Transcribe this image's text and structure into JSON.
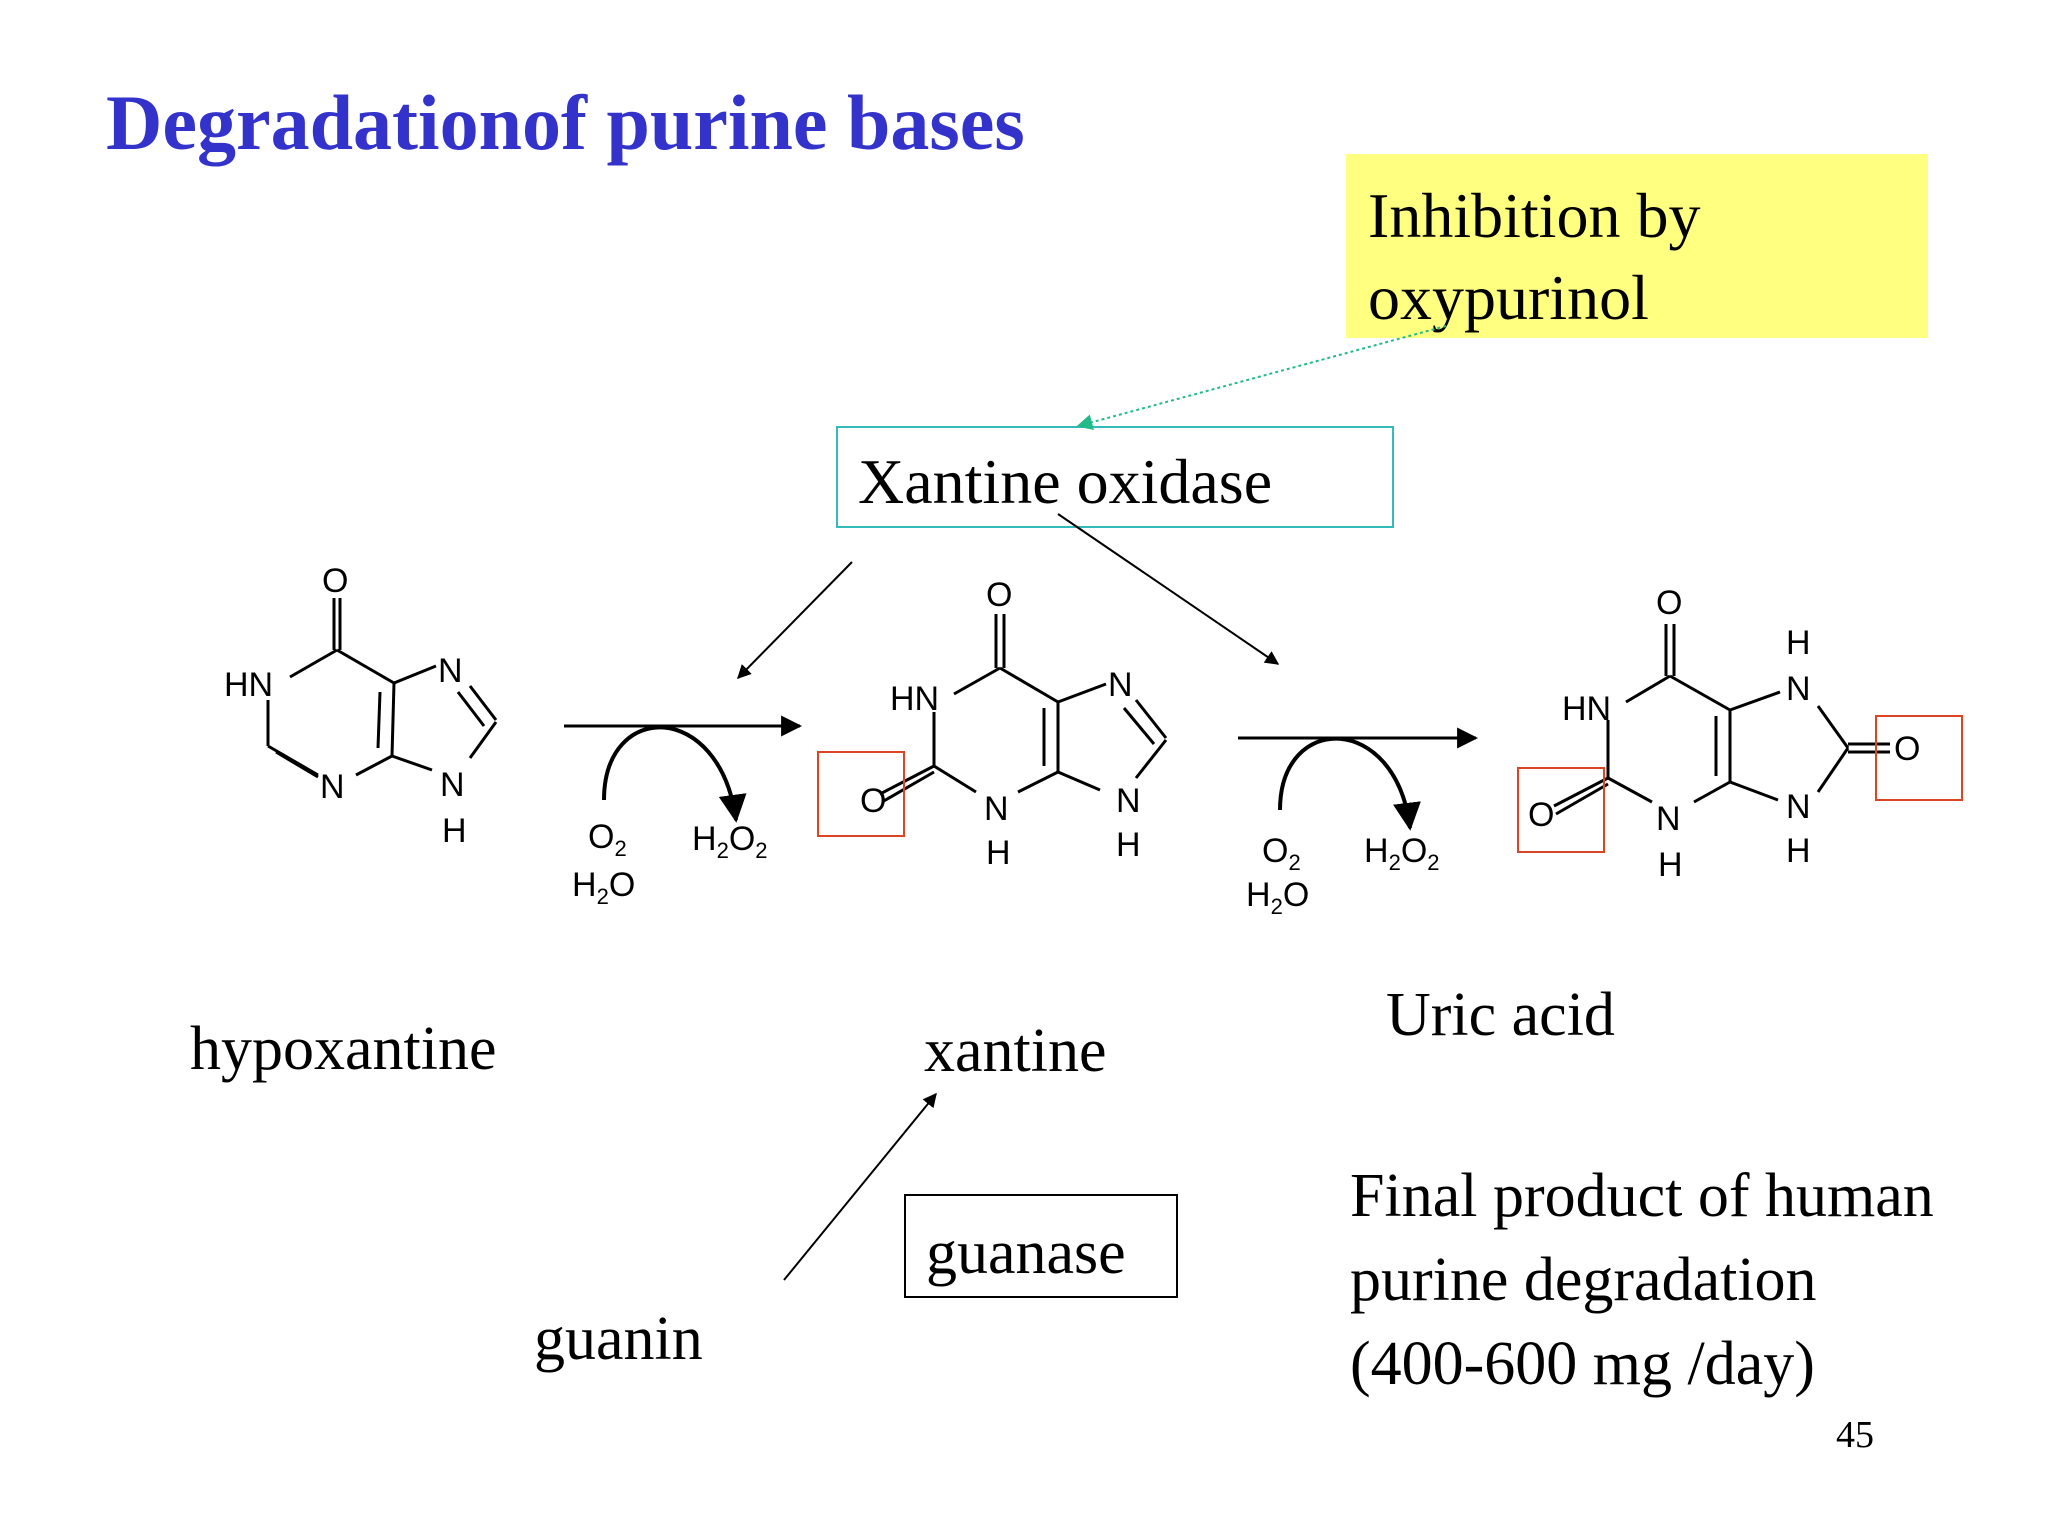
{
  "slide": {
    "title": "Degradationof purine bases",
    "page_number": "45"
  },
  "inhibition_note": {
    "line1": "Inhibition by",
    "line2": "oxypurinol"
  },
  "enzymes": {
    "xanthine_oxidase": "Xantine oxidase",
    "guanase": "guanase"
  },
  "compounds": {
    "hypoxanthine": "hypoxantine",
    "xanthine": "xantine",
    "uric_acid": "Uric acid",
    "guanine": "guanin"
  },
  "final_product_note": {
    "line1": "Final product of human",
    "line2": "purine degradation",
    "line3": "(400-600 mg /day)"
  },
  "reactions": [
    {
      "in1": "O",
      "in1_sub": "2",
      "in2": "H",
      "in2_sub": "2",
      "in2_tail": "O",
      "out": "H",
      "out_sub1": "2",
      "out_mid": "O",
      "out_sub2": "2"
    },
    {
      "in1": "O",
      "in1_sub": "2",
      "in2": "H",
      "in2_sub": "2",
      "in2_tail": "O",
      "out": "H",
      "out_sub1": "2",
      "out_mid": "O",
      "out_sub2": "2"
    }
  ],
  "atoms": {
    "O": "O",
    "N": "N",
    "H": "H",
    "HN": "HN"
  },
  "colors": {
    "title": "#3333cc",
    "note_background": "#ffff80",
    "enzyme_box_border": "#33bbbb",
    "inhibition_arrow": "#22bb88",
    "highlight_box": "#dd4422"
  }
}
